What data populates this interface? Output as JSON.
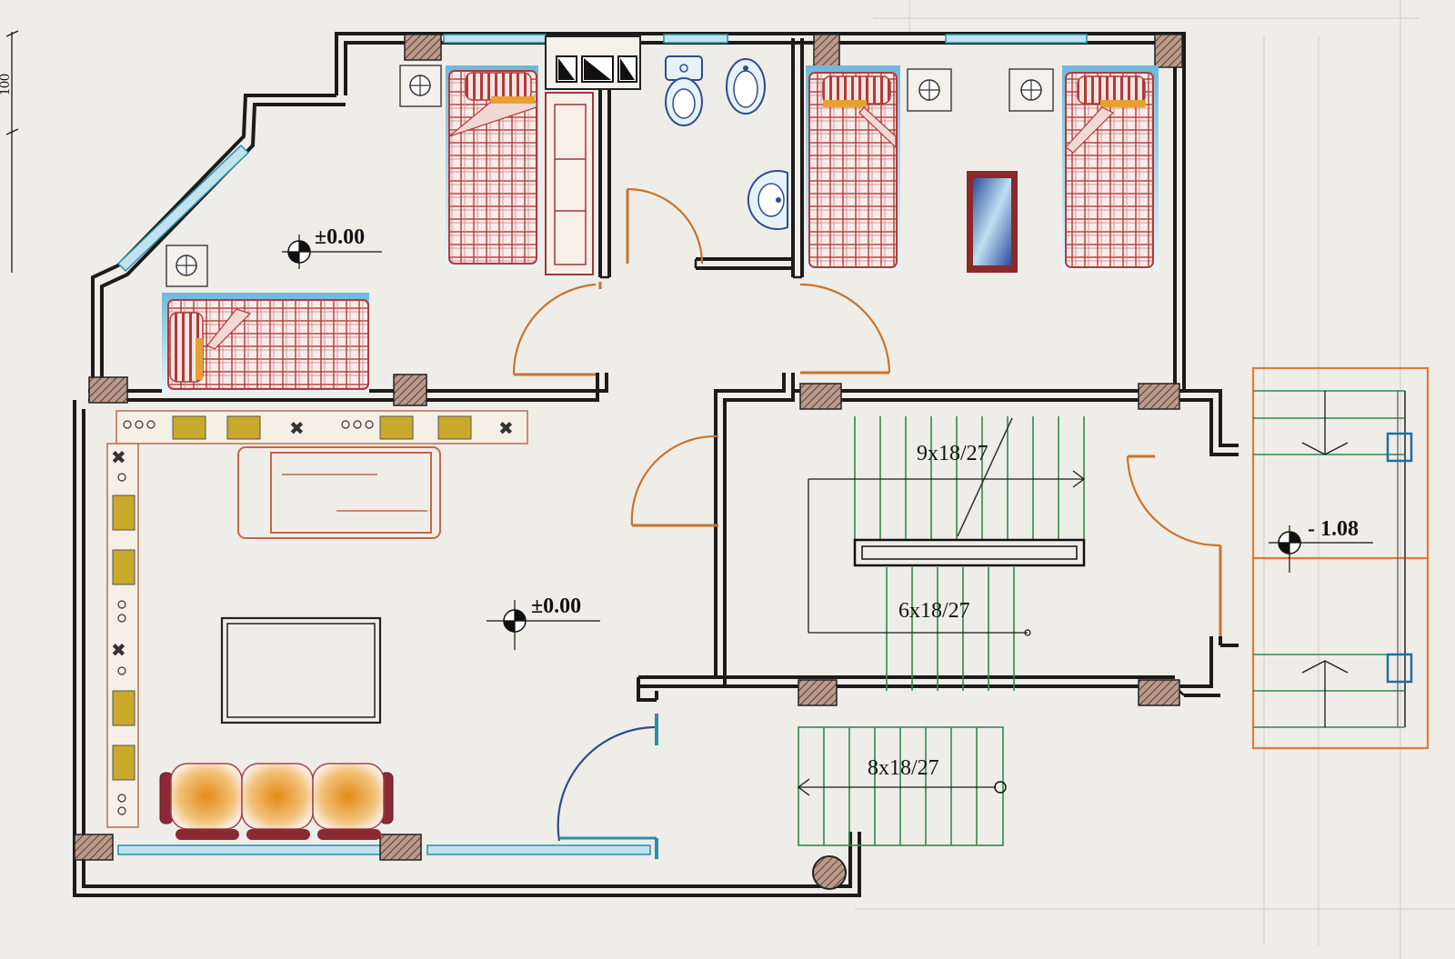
{
  "plan": {
    "level_labels": [
      "±0.00",
      "±0.00",
      "- 1.08"
    ],
    "stair_labels": [
      "9x18/27",
      "6x18/27",
      "8x18/27"
    ],
    "dimension_label": "100"
  },
  "colors": {
    "wall": "#1b1b1b",
    "door_swing": "#c8742e",
    "window_glass": "#bfe3ef",
    "stairs": "#2e8a4a",
    "landing_outline": "#e07a3a",
    "bed_plaid": "#b23a3a",
    "sofa_cushion": "#e8a030",
    "paper": "#efede8"
  }
}
